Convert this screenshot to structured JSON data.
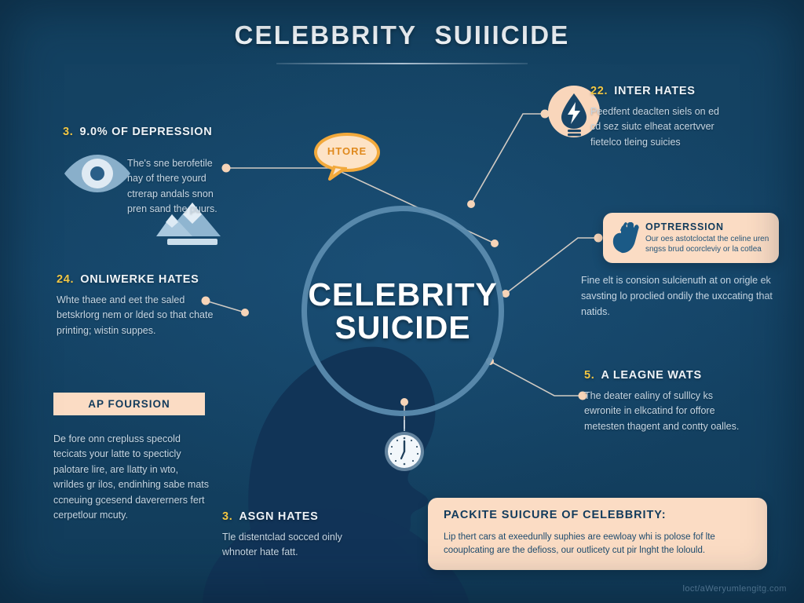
{
  "meta": {
    "background_color": "#144366",
    "accent_peach": "#fbdcc4",
    "accent_yellow": "#f2c744",
    "ring_color": "#5b8bae",
    "text_light": "#c6d6e3"
  },
  "header": {
    "title": "CELEBBRITY  SUIIICIDE"
  },
  "center": {
    "line1": "CELEBRITY",
    "line2": "SUICIDE"
  },
  "speech_bubble": {
    "text": "HTORE",
    "icon": "speech-bubble-icon",
    "color": "#e08a1e"
  },
  "nodes": [
    {
      "id": "depression",
      "number": "3.",
      "heading": "9.0% OF DEPRESSION",
      "body": "The's sne berofetile nay of there yourd ctrerap andals snon pren sand the puurs."
    },
    {
      "id": "inter-hates",
      "number": "22.",
      "heading": "INTER HATES",
      "body": "Peedfent deaclten siels on ed cd sez siutc elheat acertvver fietelco tleing suicies"
    },
    {
      "id": "onliwerke-hates",
      "number": "24.",
      "heading": "ONLIWERKE HATES",
      "body": "Whte thaee and eet the saled betskrlorg nem or lded so that chate printing; wistin suppes."
    },
    {
      "id": "a-leagne-wats",
      "number": "5.",
      "heading": "A LEAGNE WATS",
      "body": "The deater ealiny of sulllcy ks ewronite in elkcatind for offore metesten thagent and contty oalles."
    },
    {
      "id": "asgn-hates",
      "number": "3.",
      "heading": "ASGN HATES",
      "body": "Tle distentclad socced oinly whnoter hate fatt."
    }
  ],
  "oppression_card": {
    "title": "OPTRERSSION",
    "subtitle": "Our oes astotcloctat the celine uren sngss brud ocorcleviy or la cotlea",
    "icon": "hand-icon",
    "after_text": "Fine elt is consion sulcienuth at on origle ek savsting lo proclied ondily the uxccating that natids."
  },
  "ap_strip": {
    "label": "AP FOURSION",
    "body": "De fore onn crepluss specold tecicats your latte to specticly palotare lire, are llatty in wto, wrildes gr ilos, endinhing sabe mats ccneuing gcesend davererners fert cerpetlour mcuty."
  },
  "banner": {
    "title": "PACKITE SUICURE OF CELEBBRITY:",
    "body": "Lip thert cars at exeedunlly suphies are eewloay whi is polose fof lte coouplcating are the defioss, our outlicety cut pir lnght the lolould."
  },
  "icons": {
    "eye": "eye-icon",
    "mountain": "mountain-icon",
    "clock": "clock-icon",
    "bolt": "lightning-bolt-icon",
    "hand": "hand-icon",
    "silhouette": "person-silhouette"
  },
  "watermark": {
    "text": "loct/aWeryumlengitg.com"
  }
}
